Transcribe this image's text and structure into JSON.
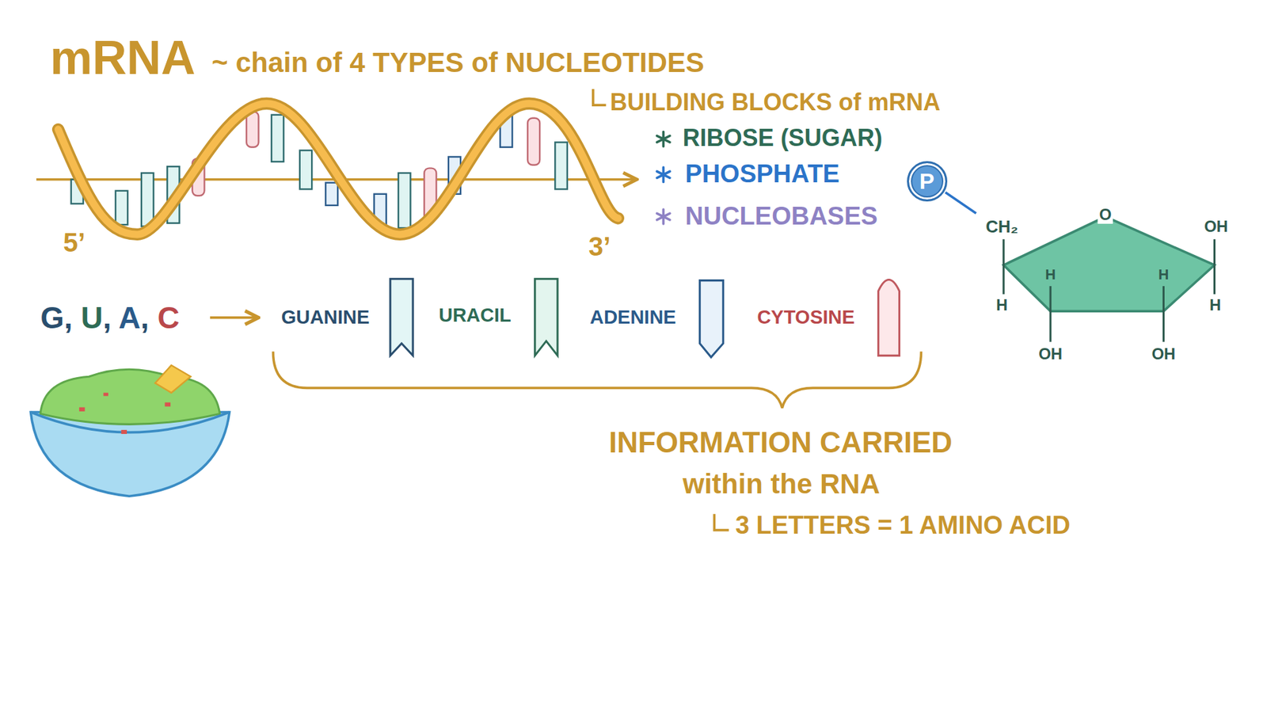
{
  "diagram": {
    "title": "mRNA",
    "nodes": [
      {
        "text": [
          "P"
        ]
      }
    ],
    "labels": [
      "~ chain of 4 TYPES of NUCLEOTIDES",
      "BUILDING BLOCKS of mRNA",
      "RIBOSE (SUGAR)",
      "PHOSPHATE",
      "NUCLEOBASES",
      "5’",
      "3’",
      "G, U, A, C",
      "GUANINE",
      "URACIL",
      "ADENINE",
      "CYTOSINE",
      "INFORMATION CARRIED",
      "within the RNA",
      "3 LETTERS = 1 AMINO ACID",
      "CH₂",
      "O",
      "OH",
      "H",
      "H",
      "H",
      "H",
      "OH",
      "OH"
    ]
  }
}
